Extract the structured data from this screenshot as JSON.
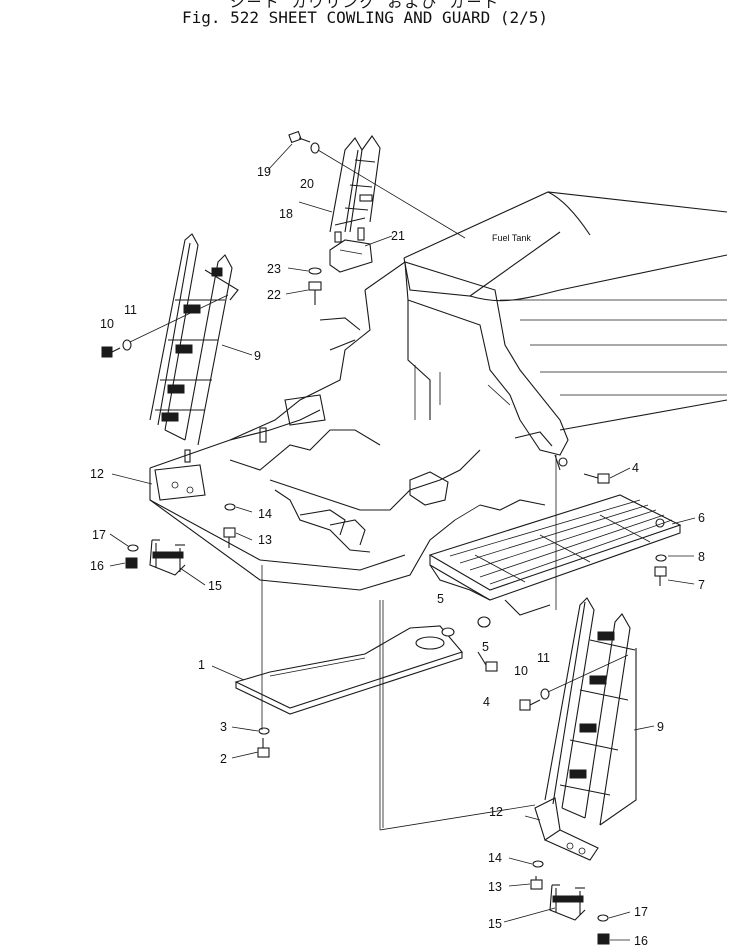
{
  "header": {
    "japanese_title": "シート カウリング および ガード",
    "english_title": "Fig. 522 SHEET COWLING AND GUARD (2/5)"
  },
  "diagram": {
    "component_label": "Fuel Tank",
    "callouts": [
      "19",
      "20",
      "18",
      "21",
      "23",
      "22",
      "11",
      "10",
      "9",
      "4",
      "12",
      "14",
      "13",
      "17",
      "16",
      "15",
      "6",
      "8",
      "7",
      "5",
      "5",
      "1",
      "3",
      "2",
      "4",
      "10",
      "11",
      "9",
      "12",
      "14",
      "13",
      "15",
      "17",
      "16"
    ]
  }
}
